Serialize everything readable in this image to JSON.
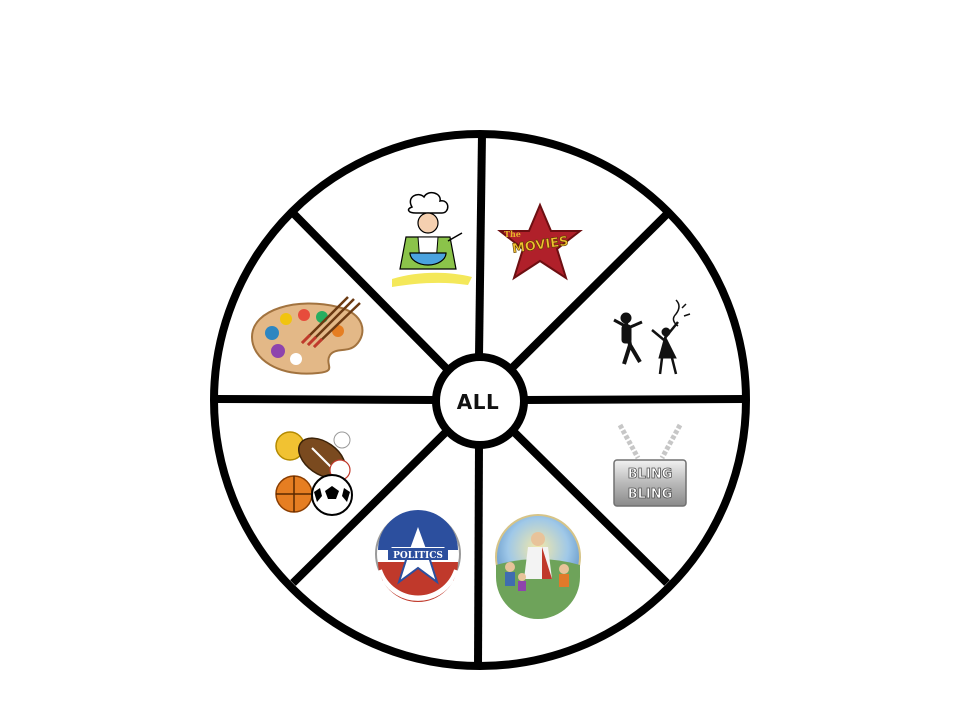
{
  "wheel": {
    "center_label": "ALL",
    "categories": [
      {
        "name": "movies",
        "icon": "movie-star-icon",
        "text": "MOVIES",
        "small_text": "The"
      },
      {
        "name": "dance",
        "icon": "dancing-couple-icon"
      },
      {
        "name": "hip-hop",
        "icon": "chain-pendant-icon",
        "text_top": "BLING",
        "text_bottom": "BLING"
      },
      {
        "name": "religion",
        "icon": "religious-scene-icon"
      },
      {
        "name": "politics",
        "icon": "politics-badge-icon",
        "text": "POLITICS"
      },
      {
        "name": "sports",
        "icon": "sports-balls-icon"
      },
      {
        "name": "art",
        "icon": "paint-palette-icon"
      },
      {
        "name": "cooking",
        "icon": "chef-cooking-icon"
      }
    ]
  },
  "colors": {
    "stroke": "#000000",
    "background": "#ffffff",
    "star_red": "#b0202a",
    "gold": "#e7b62a",
    "blue": "#2c4f9e"
  }
}
